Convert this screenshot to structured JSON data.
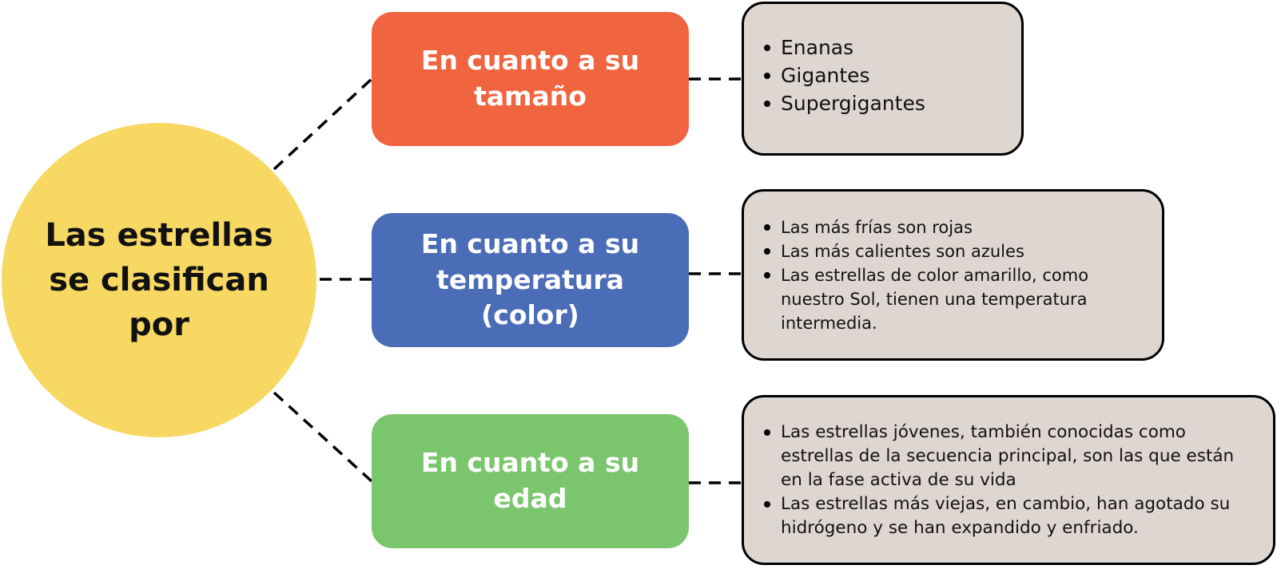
{
  "root": {
    "label": "Las estrellas se clasifican por",
    "color": "#f6d862"
  },
  "categories": [
    {
      "label": "En cuanto a su tamaño",
      "color": "#f0643f",
      "items": [
        "Enanas",
        "Gigantes",
        "Supergigantes"
      ]
    },
    {
      "label": "En cuanto a su temperatura (color)",
      "color": "#4b6cb6",
      "items": [
        "Las más frías son rojas",
        "Las más calientes son azules",
        "Las estrellas de color amarillo, como nuestro Sol, tienen una temperatura intermedia."
      ]
    },
    {
      "label": "En cuanto a su edad",
      "color": "#7bc66d",
      "items": [
        "Las estrellas jóvenes, también conocidas como estrellas de la secuencia principal, son las que están en la fase activa de su vida",
        "Las estrellas más viejas, en cambio, han agotado su hidrógeno y se han expandido y enfriado."
      ]
    }
  ],
  "detail_box_color": "#ded7d1"
}
